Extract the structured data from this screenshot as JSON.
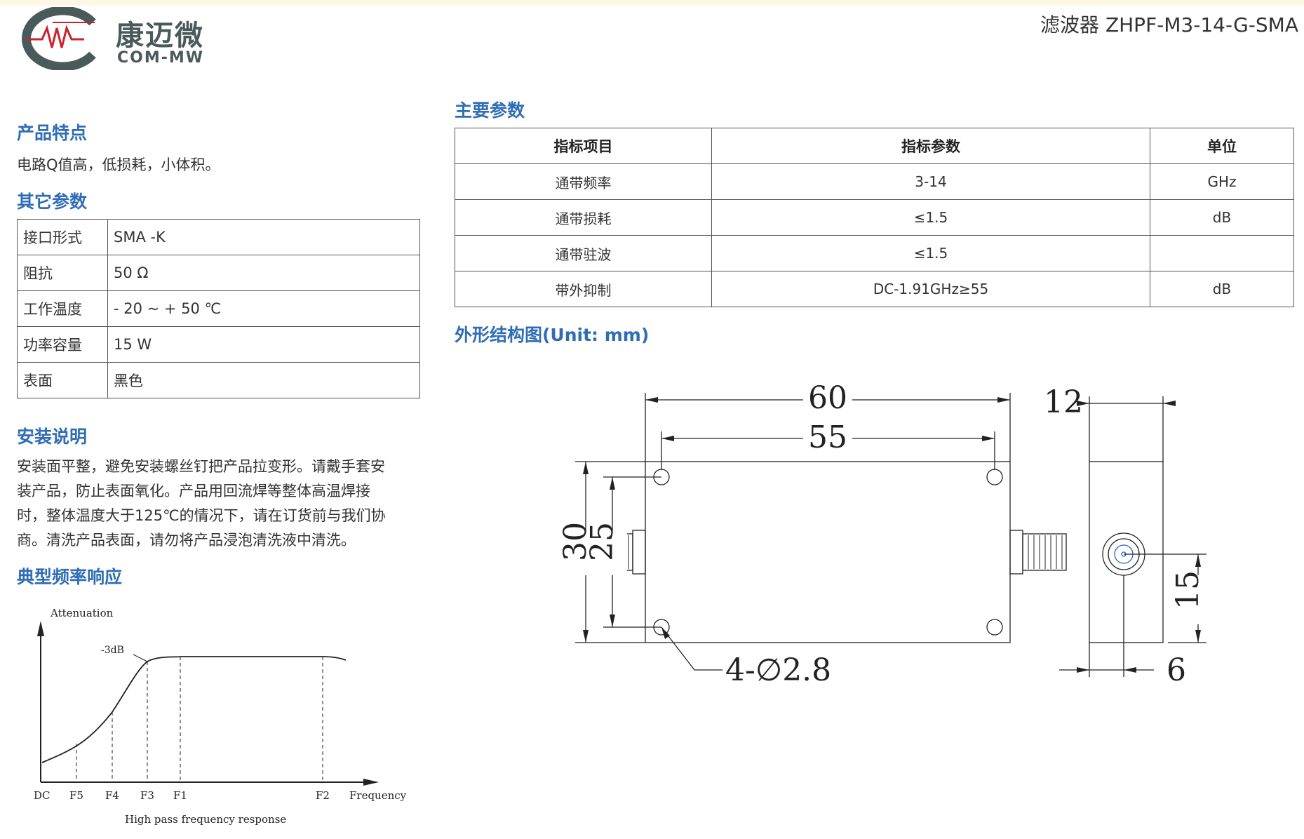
{
  "header": {
    "logo_cn": "康迈微",
    "logo_en": "COM-MW",
    "doc_title": "滤波器 ZHPF-M3-14-G-SMA"
  },
  "features": {
    "heading": "产品特点",
    "text": "电路Q值高，低损耗，小体积。"
  },
  "other_params": {
    "heading": "其它参数",
    "rows": [
      {
        "key": "接口形式",
        "value": "SMA -K"
      },
      {
        "key": "阻抗",
        "value": "50 Ω"
      },
      {
        "key": "工作温度",
        "value": "- 20 ~ + 50 ℃"
      },
      {
        "key": "功率容量",
        "value": "15 W"
      },
      {
        "key": "表面",
        "value": "黑色"
      }
    ]
  },
  "install": {
    "heading": "安装说明",
    "lines": [
      "安装面平整，避免安装螺丝钉把产品拉变形。请戴手套安",
      "装产品，防止表面氧化。产品用回流焊等整体高温焊接",
      "时，整体温度大于125℃的情况下，请在订货前与我们协",
      "商。清洗产品表面，请勿将产品浸泡清洗液中清洗。"
    ]
  },
  "response": {
    "heading": "典型频率响应",
    "y_label": "Attenuation",
    "x_label": "Frequency",
    "caption": "High pass frequency response",
    "marker_label": "-3dB",
    "ticks": [
      "DC",
      "F5",
      "F4",
      "F3",
      "F1",
      "F2"
    ]
  },
  "main_params": {
    "heading": "主要参数",
    "columns": [
      "指标项目",
      "指标参数",
      "单位"
    ],
    "rows": [
      [
        "通带频率",
        "3-14",
        "GHz"
      ],
      [
        "通带损耗",
        "≤1.5",
        "dB"
      ],
      [
        "通带驻波",
        "≤1.5",
        ""
      ],
      [
        "带外抑制",
        "DC-1.91GHz≥55",
        "dB"
      ]
    ]
  },
  "outline": {
    "heading": "外形结构图(Unit: mm)",
    "dims": {
      "length": "60",
      "hole_span": "55",
      "depth": "12",
      "height": "30",
      "hole_height": "25",
      "connector_height": "15",
      "connector_offset": "6",
      "holes": "4-∅2.8"
    }
  }
}
